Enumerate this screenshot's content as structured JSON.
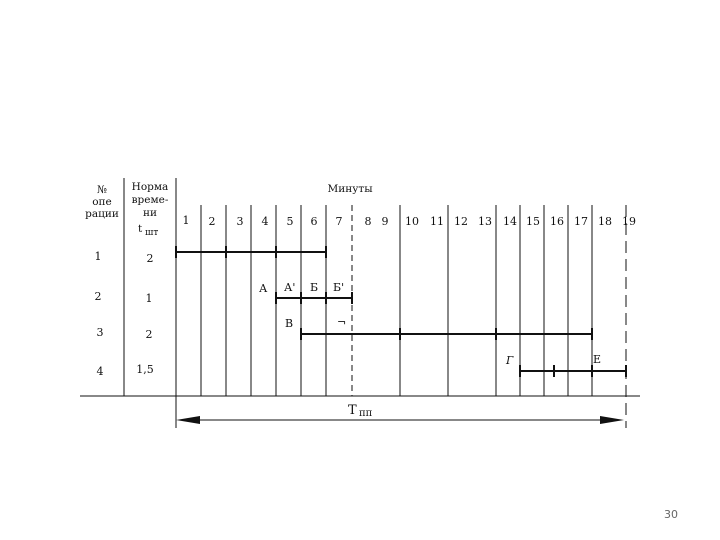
{
  "table": {
    "header": {
      "col1_line1": "№",
      "col1_line2": "опе",
      "col1_line3": "рации",
      "col2_line1": "Норма",
      "col2_line2": "време-",
      "col2_line3": "ни",
      "col2_symbol": "t",
      "col2_sub": "шт",
      "minutes_title": "Минуты"
    },
    "minutes": [
      "1",
      "2",
      "3",
      "4",
      "5",
      "6",
      "7",
      "8",
      "9",
      "10",
      "11",
      "12",
      "13",
      "14",
      "15",
      "16",
      "17",
      "18",
      "19"
    ],
    "rows": [
      {
        "op": "1",
        "norm": "2"
      },
      {
        "op": "2",
        "norm": "1"
      },
      {
        "op": "3",
        "norm": "2"
      },
      {
        "op": "4",
        "norm": "1,5"
      }
    ],
    "labels": {
      "A": "А",
      "Am": "А'",
      "B": "Б",
      "Bm": "Б'",
      "V": "В",
      "Vm": "¬",
      "G": "Г",
      "E": "Е"
    },
    "total_symbol": "T",
    "total_sub": "пп"
  },
  "footer": {
    "page_number": "30"
  }
}
